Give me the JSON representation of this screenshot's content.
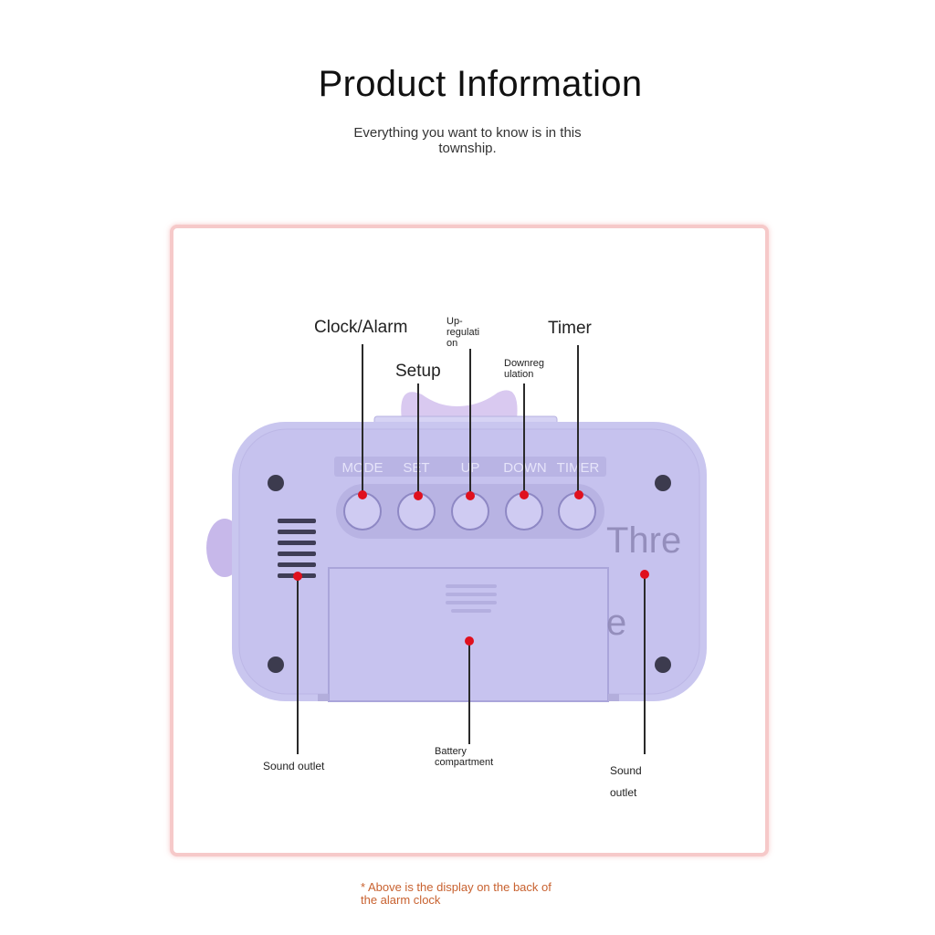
{
  "header": {
    "title": "Product Information",
    "subtitle": "Everything you want to know is in this township."
  },
  "callouts": {
    "clock_alarm": "Clock/Alarm",
    "setup": "Setup",
    "up_regulation_line1": "Up-",
    "up_regulation_line2": "regulati",
    "up_regulation_line3": "on",
    "timer": "Timer",
    "downregulation_line1": "Downreg",
    "downregulation_line2": "ulation",
    "sound_outlet_left": "Sound outlet",
    "battery_line1": "Battery",
    "battery_line2": "compartment",
    "sound_outlet_right_line1": "Sound",
    "sound_outlet_right_line2": "outlet",
    "overlay_line1": "Thre",
    "overlay_line2": "e"
  },
  "device": {
    "button_labels": [
      "MODE",
      "SET",
      "UP",
      "DOWN",
      "TIMER"
    ],
    "body_color": "#c9c6ef",
    "marker_color": "#e0101e"
  },
  "footnote": {
    "line1": "* Above is the display on the back of",
    "line2": "the alarm clock"
  }
}
